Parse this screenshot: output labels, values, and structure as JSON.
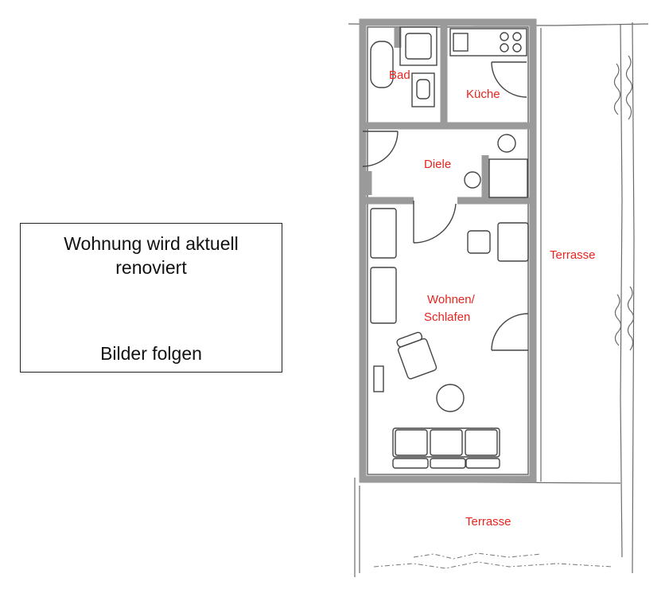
{
  "notice": {
    "line1": "Wohnung wird aktuell",
    "line2": "renoviert",
    "line3": "Bilder folgen"
  },
  "rooms": {
    "bad": "Bad",
    "kueche": "Küche",
    "diele": "Diele",
    "wohnen_line1": "Wohnen/",
    "wohnen_line2": "Schlafen",
    "terrasse_right": "Terrasse",
    "terrasse_bottom": "Terrasse"
  },
  "colors": {
    "label": "#e8251e",
    "walls": "#9a9a9a",
    "lines": "#444444"
  }
}
